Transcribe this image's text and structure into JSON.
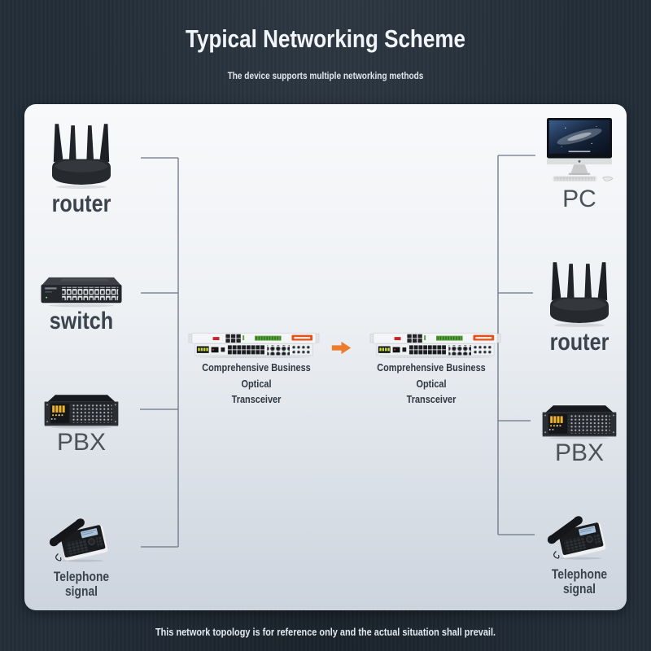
{
  "colors": {
    "background": "#232e39",
    "panel_top": "#f8f9fb",
    "panel_bottom": "#ccd4de",
    "connector_line": "#6b7689",
    "accent_orange": "#ee7c2e",
    "label_dark": "#3b434c",
    "label_light": "#4b525a"
  },
  "header": {
    "title": "Typical Networking Scheme",
    "subtitle": "The device supports multiple networking methods"
  },
  "footer": {
    "note": "This network topology is for reference only and the actual situation shall prevail."
  },
  "diagram": {
    "left_column": {
      "items": [
        {
          "label": "router",
          "icon": "wifi-router-icon"
        },
        {
          "label": "switch",
          "icon": "network-switch-icon"
        },
        {
          "label": "PBX",
          "icon": "pbx-icon"
        },
        {
          "label": "Telephone signal",
          "icon": "telephone-icon"
        }
      ]
    },
    "right_column": {
      "items": [
        {
          "label": "PC",
          "icon": "desktop-pc-icon"
        },
        {
          "label": "router",
          "icon": "wifi-router-icon"
        },
        {
          "label": "PBX",
          "icon": "pbx-icon"
        },
        {
          "label": "Telephone signal",
          "icon": "telephone-icon"
        }
      ]
    },
    "center": {
      "transceivers": [
        {
          "label_line1": "Comprehensive Business Optical",
          "label_line2": "Transceiver"
        },
        {
          "label_line1": "Comprehensive Business Optical",
          "label_line2": "Transceiver"
        }
      ],
      "arrow_icon": "right-arrow-icon"
    }
  }
}
